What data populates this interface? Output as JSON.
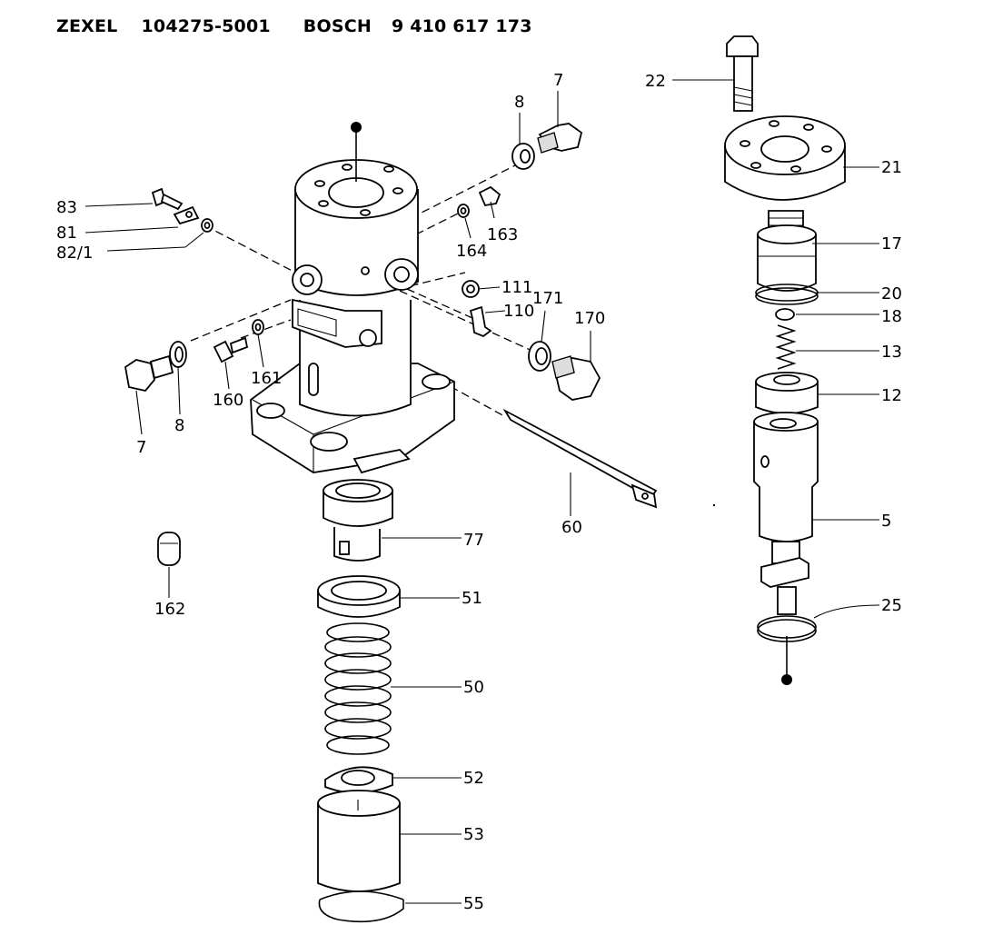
{
  "header": {
    "brand1": "ZEXEL",
    "part1": "104275-5001",
    "brand2": "BOSCH",
    "part2": "9 410 617 173"
  },
  "callouts": {
    "c7a": "7",
    "c8a": "8",
    "c83": "83",
    "c81": "81",
    "c82": "82/1",
    "c164": "164",
    "c163": "163",
    "c111": "111",
    "c110": "110",
    "c171": "171",
    "c170": "170",
    "c7b": "7",
    "c8b": "8",
    "c160": "160",
    "c161": "161",
    "c60": "60",
    "c77": "77",
    "c162": "162",
    "c51": "51",
    "c50": "50",
    "c52": "52",
    "c53": "53",
    "c55": "55",
    "c22": "22",
    "c21": "21",
    "c17": "17",
    "c20": "20",
    "c18": "18",
    "c13": "13",
    "c12": "12",
    "c5": "5",
    "c25": "25"
  }
}
